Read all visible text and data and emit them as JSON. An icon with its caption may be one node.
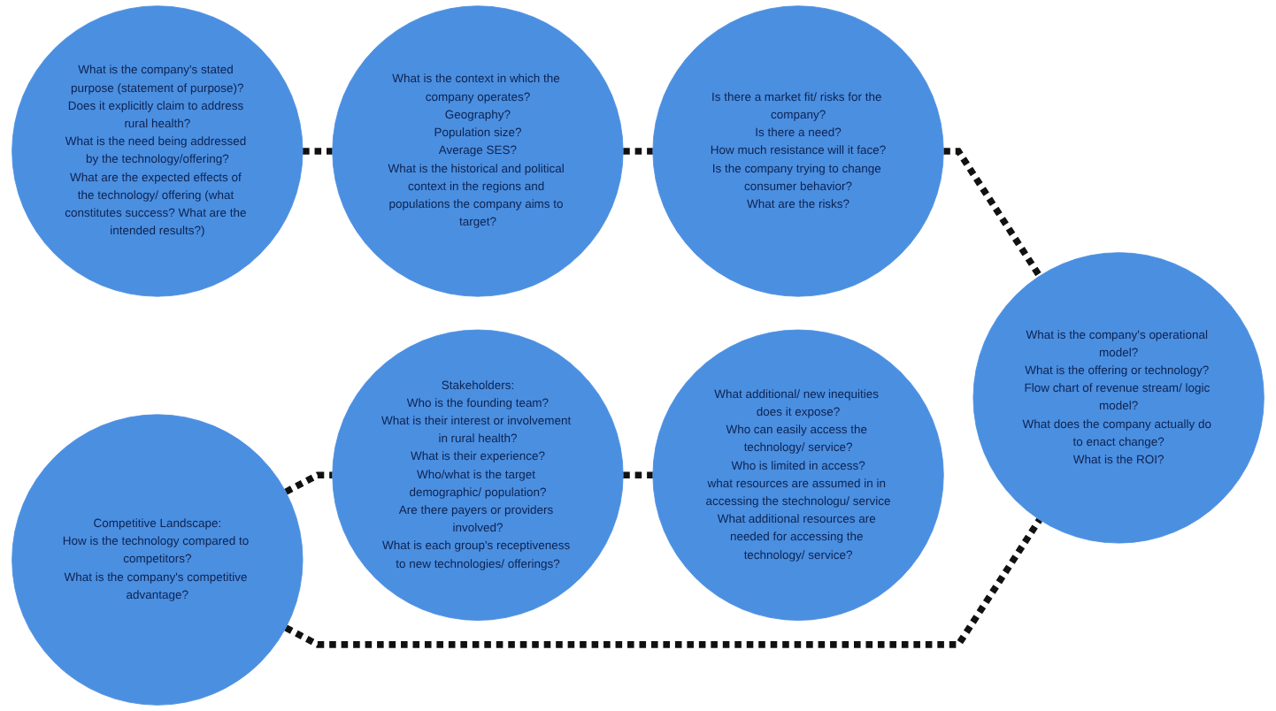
{
  "diagram": {
    "nodes": [
      {
        "text": [
          "What is the company's stated purpose (statement of purpose)?",
          "Does it explicitly claim to address rural health?",
          "What is the need being addressed by the technology/offering?",
          "What are the expected effects of the technology/ offering (what constitutes success? What are the intended results?)"
        ]
      },
      {
        "text": [
          "What is the context in which the company operates?",
          "Geography?",
          "Population size?",
          "Average SES?",
          "What is the historical and political context in the regions and populations the company aims to target?"
        ]
      },
      {
        "text": [
          "Is there a market fit/ risks for the company?",
          "Is there a need?",
          "How much resistance will it face?",
          "Is the company trying to change consumer behavior?",
          "What are the risks?"
        ]
      },
      {
        "text": [
          "What is the company's operational model?",
          "What is the offering or technology? Flow chart of revenue stream/ logic model?",
          "What does the company actually do to enact change?",
          "What is the ROI?"
        ]
      },
      {
        "text": [
          "Competitive Landscape:",
          "How is the technology compared to competitors?",
          "What is the company's competitive advantage?"
        ]
      },
      {
        "text": [
          "Stakeholders:",
          "Who is the founding team?",
          "What is their interest or involvement in rural health?",
          "What is their experience?",
          "Who/what is the target demographic/ population?",
          "Are there payers or providers involved?",
          "What is each group's receptiveness to new technologies/ offerings?"
        ]
      },
      {
        "text": [
          "What additional/ new inequities does it expose?",
          "Who can easily access the technology/ service?",
          "Who is limited in access?",
          "what resources are assumed in in accessing the stechnologu/ service",
          "What additional resources are needed for accessing the technology/ service?"
        ]
      }
    ],
    "edges": [
      {
        "from": 0,
        "to": 1,
        "arrow": "none",
        "style": "dashed"
      },
      {
        "from": 1,
        "to": 2,
        "arrow": "none",
        "style": "dashed"
      },
      {
        "from": 2,
        "to": 3,
        "arrow": "none",
        "style": "dashed"
      },
      {
        "from": 3,
        "to": 4,
        "arrow": "none",
        "style": "dashed"
      },
      {
        "from": 4,
        "to": 5,
        "arrow": "none",
        "style": "dashed"
      },
      {
        "from": 5,
        "to": 6,
        "arrow": "none",
        "style": "dashed"
      }
    ]
  }
}
